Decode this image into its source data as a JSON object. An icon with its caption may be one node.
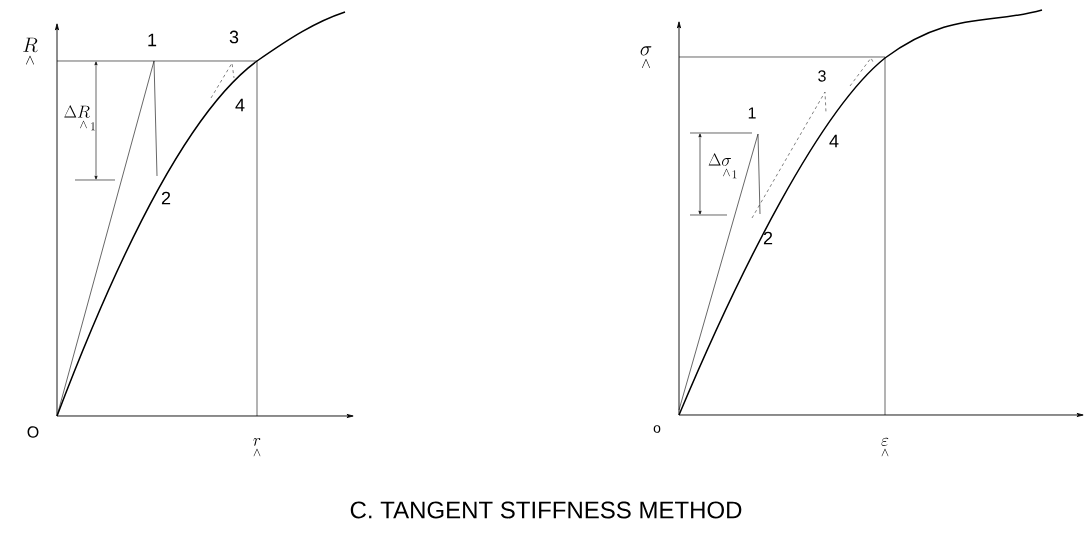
{
  "diagram": {
    "caption": "C. TANGENT STIFFNESS METHOD",
    "labels": [
      "\\underset{\\wedge}{R}",
      "1",
      "3",
      "\\Delta \\underset{\\wedge}{R}_{1}",
      "4",
      "2",
      "O",
      "\\underset{\\wedge}{r}",
      "\\underset{\\wedge}{\\sigma}",
      "1",
      "3",
      "\\Delta \\underset{\\wedge}{\\sigma}_{1}",
      "4",
      "2",
      "o",
      "\\underset{\\wedge}{\\varepsilon}"
    ]
  }
}
